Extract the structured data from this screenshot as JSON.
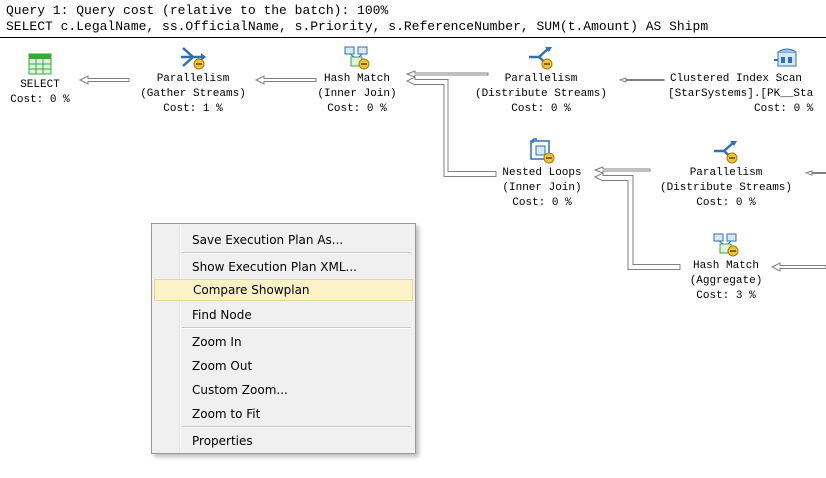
{
  "header": {
    "line1": "Query 1: Query cost (relative to the batch): 100%",
    "line2": "SELECT c.LegalName, ss.OfficialName, s.Priority, s.ReferenceNumber, SUM(t.Amount) AS Shipm"
  },
  "operators": {
    "select": {
      "name": "SELECT",
      "sub": "",
      "cost": "Cost: 0 %",
      "icon": "select-icon"
    },
    "gather": {
      "name": "Parallelism",
      "sub": "(Gather Streams)",
      "cost": "Cost: 1 %",
      "icon": "parallelism-gather-icon"
    },
    "hashjoin": {
      "name": "Hash Match",
      "sub": "(Inner Join)",
      "cost": "Cost: 0 %",
      "icon": "hash-match-icon"
    },
    "dist1": {
      "name": "Parallelism",
      "sub": "(Distribute Streams)",
      "cost": "Cost: 0 %",
      "icon": "parallelism-distribute-icon"
    },
    "scan": {
      "name": "Clustered Index Scan",
      "sub": "[StarSystems].[PK__Sta",
      "cost": "Cost: 0 %",
      "icon": "clustered-index-scan-icon"
    },
    "nested": {
      "name": "Nested Loops",
      "sub": "(Inner Join)",
      "cost": "Cost: 0 %",
      "icon": "nested-loops-icon"
    },
    "dist2": {
      "name": "Parallelism",
      "sub": "(Distribute Streams)",
      "cost": "Cost: 0 %",
      "icon": "parallelism-distribute-icon"
    },
    "hashagg": {
      "name": "Hash Match",
      "sub": "(Aggregate)",
      "cost": "Cost: 3 %",
      "icon": "hash-match-icon"
    }
  },
  "menu": {
    "items": [
      {
        "label": "Save Execution Plan As...",
        "highlighted": false
      },
      {
        "label": "Show Execution Plan XML...",
        "highlighted": false
      },
      {
        "label": "Compare Showplan",
        "highlighted": true
      },
      {
        "label": "Find Node",
        "highlighted": false
      },
      {
        "label": "Zoom In",
        "highlighted": false
      },
      {
        "label": "Zoom Out",
        "highlighted": false
      },
      {
        "label": "Custom Zoom...",
        "highlighted": false
      },
      {
        "label": "Zoom to Fit",
        "highlighted": false
      },
      {
        "label": "Properties",
        "highlighted": false
      }
    ]
  },
  "colors": {
    "menu_highlight": "#fcf2c8",
    "arrow_fill": "#ffffff",
    "arrow_stroke": "#808080",
    "icon_blue": "#2f6fb5",
    "icon_green": "#39a93a",
    "icon_orange": "#d9a319"
  }
}
